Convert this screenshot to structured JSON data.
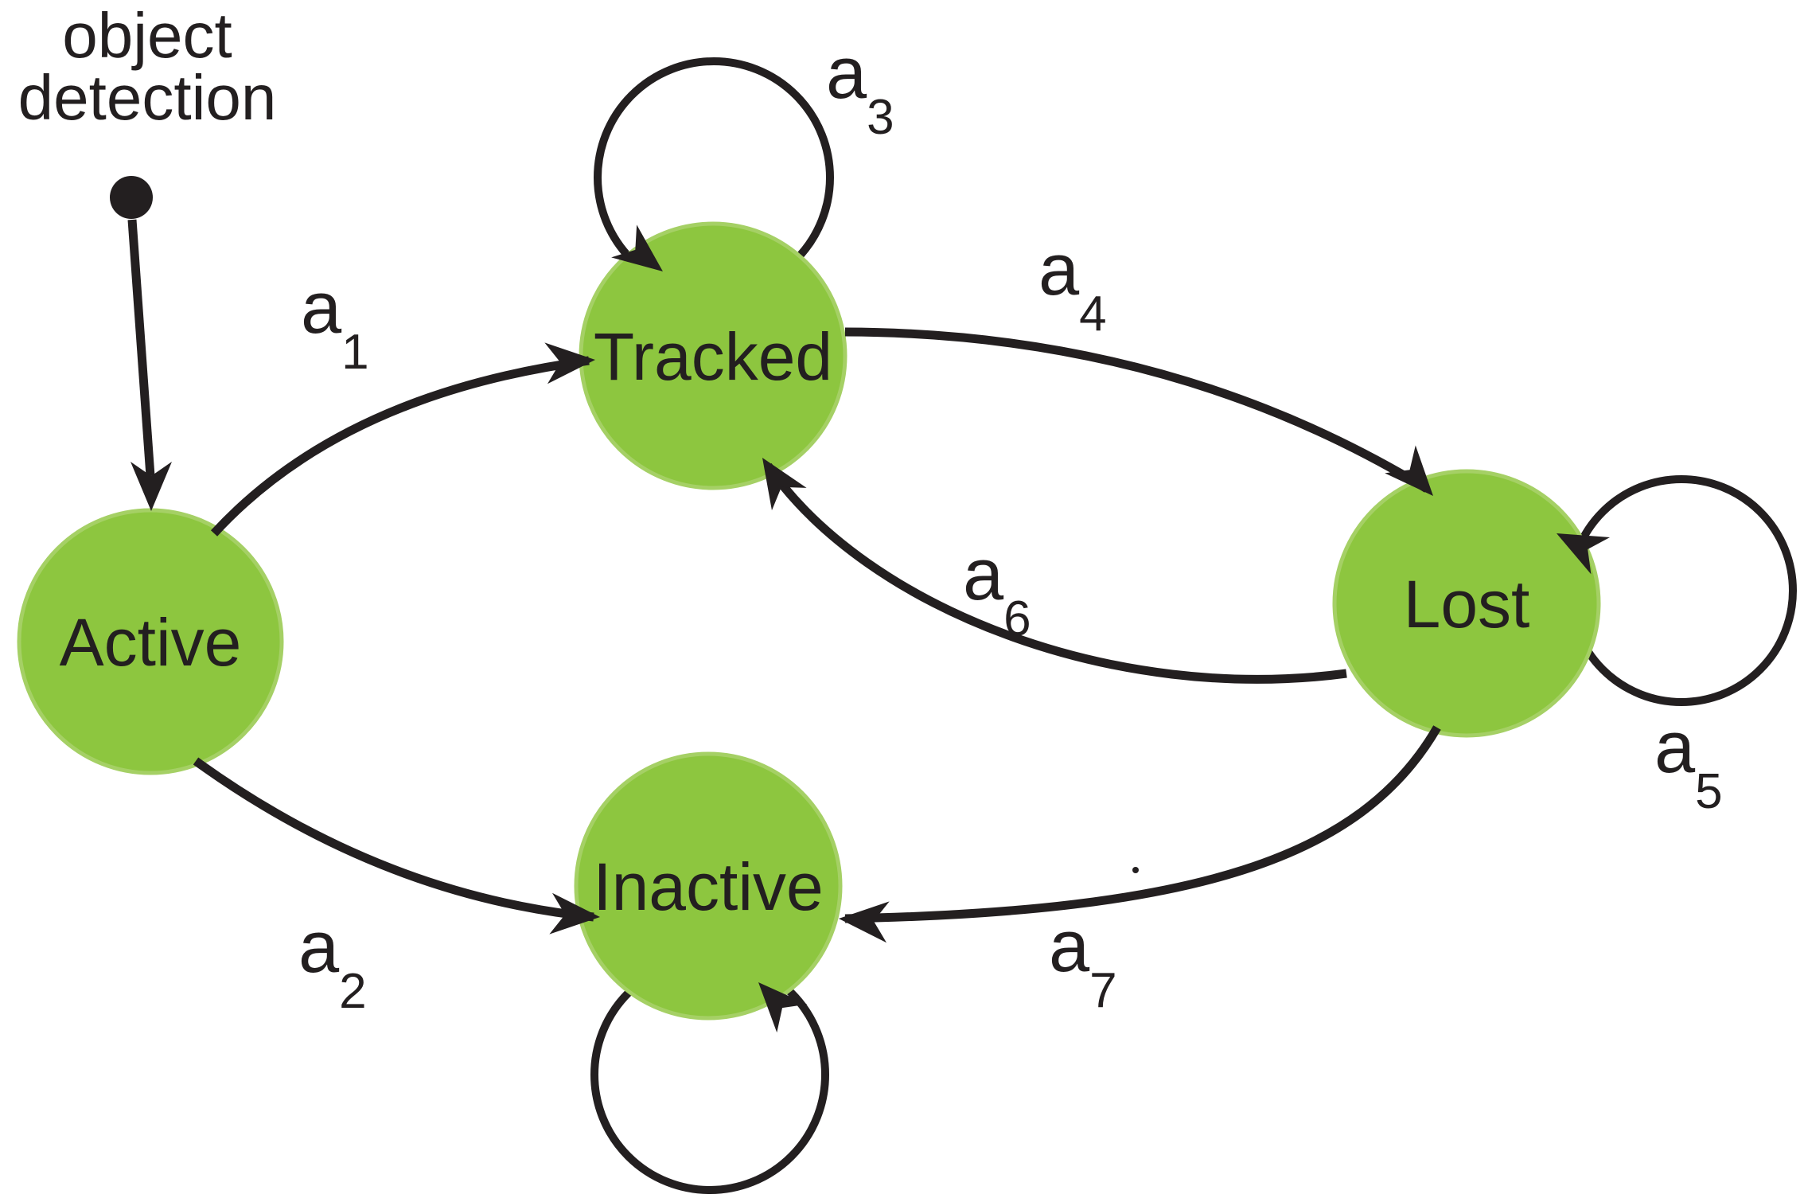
{
  "diagram": {
    "type": "state-machine",
    "description": "Object tracking lifecycle state diagram"
  },
  "start": {
    "label_line1": "object",
    "label_line2": "detection",
    "target": "Active"
  },
  "states": [
    {
      "label": "Active"
    },
    {
      "label": "Tracked"
    },
    {
      "label": "Lost"
    },
    {
      "label": "Inactive"
    }
  ],
  "transitions": [
    {
      "id": "a1",
      "base": "a",
      "sub": "1",
      "from": "Active",
      "to": "Tracked"
    },
    {
      "id": "a2",
      "base": "a",
      "sub": "2",
      "from": "Active",
      "to": "Inactive"
    },
    {
      "id": "a3",
      "base": "a",
      "sub": "3",
      "from": "Tracked",
      "to": "Tracked"
    },
    {
      "id": "a4",
      "base": "a",
      "sub": "4",
      "from": "Tracked",
      "to": "Lost"
    },
    {
      "id": "a5",
      "base": "a",
      "sub": "5",
      "from": "Lost",
      "to": "Lost"
    },
    {
      "id": "a6",
      "base": "a",
      "sub": "6",
      "from": "Lost",
      "to": "Tracked"
    },
    {
      "id": "a7",
      "base": "a",
      "sub": "7",
      "from": "Lost",
      "to": "Inactive"
    },
    {
      "id": "inactive-self",
      "base": "",
      "sub": "",
      "from": "Inactive",
      "to": "Inactive"
    }
  ],
  "colors": {
    "node_fill": "#8dc63f",
    "node_stroke": "#a5d065",
    "line_color": "#231f20",
    "background": "#ffffff"
  }
}
